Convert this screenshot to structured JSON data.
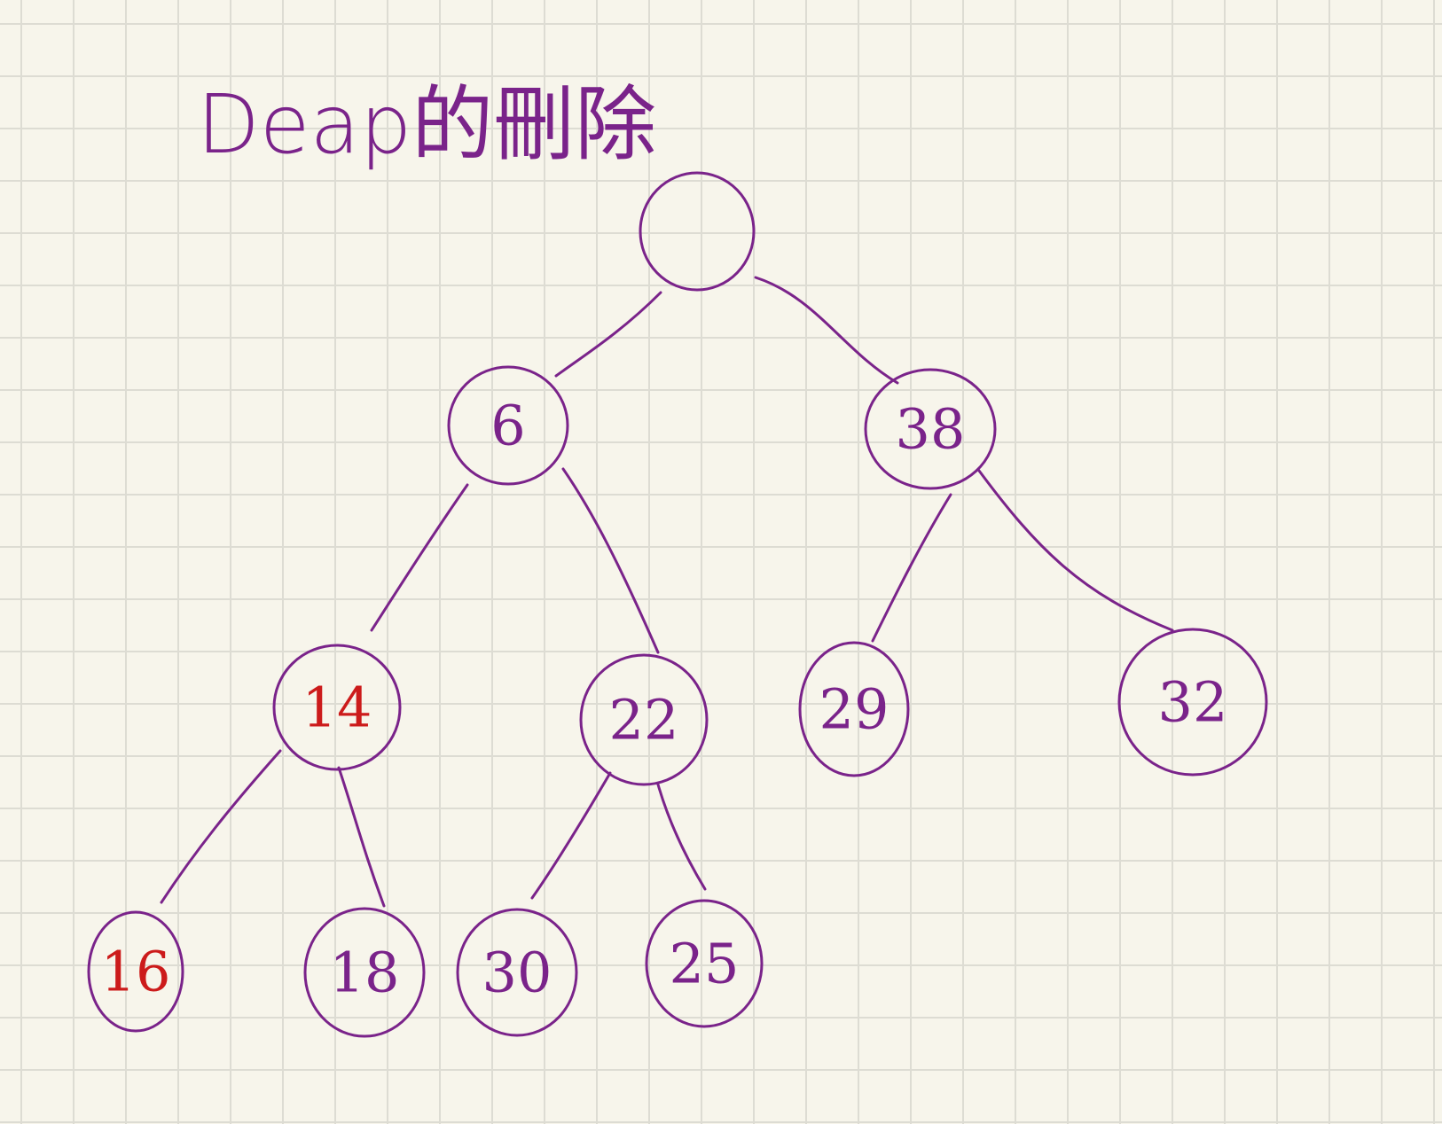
{
  "title": "Deap的刪除",
  "colors": {
    "ink": "#7a238a",
    "highlight": "#cc1b1b",
    "paper": "#f7f5eb",
    "grid": "#dddcd3"
  },
  "tree": {
    "root": "",
    "nodes": [
      {
        "id": "n1",
        "label": "",
        "parent": null,
        "highlight": false
      },
      {
        "id": "n2",
        "label": "6",
        "parent": "n1",
        "highlight": false
      },
      {
        "id": "n3",
        "label": "38",
        "parent": "n1",
        "highlight": false
      },
      {
        "id": "n4",
        "label": "14",
        "parent": "n2",
        "highlight": true
      },
      {
        "id": "n5",
        "label": "22",
        "parent": "n2",
        "highlight": false
      },
      {
        "id": "n6",
        "label": "29",
        "parent": "n3",
        "highlight": false
      },
      {
        "id": "n7",
        "label": "32",
        "parent": "n3",
        "highlight": false
      },
      {
        "id": "n8",
        "label": "16",
        "parent": "n4",
        "highlight": true
      },
      {
        "id": "n9",
        "label": "18",
        "parent": "n4",
        "highlight": false
      },
      {
        "id": "n10",
        "label": "30",
        "parent": "n5",
        "highlight": false
      },
      {
        "id": "n11",
        "label": "25",
        "parent": "n5",
        "highlight": false
      }
    ]
  }
}
